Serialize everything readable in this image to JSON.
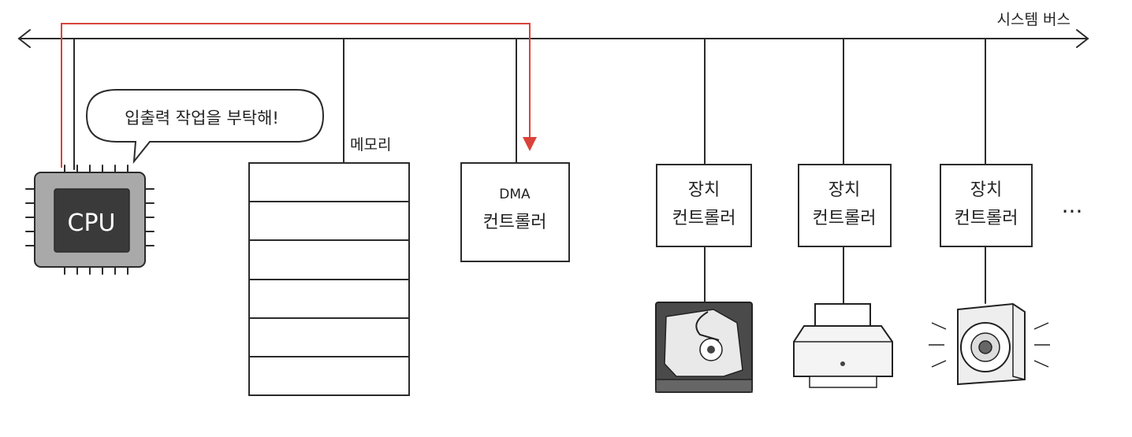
{
  "system_bus": {
    "label": "시스템 버스"
  },
  "cpu": {
    "label": "CPU",
    "speech": "입출력 작업을 부탁해!"
  },
  "memory": {
    "label": "메모리",
    "cells": 6
  },
  "dma": {
    "line1": "DMA",
    "line2": "컨트롤러"
  },
  "device_controllers": [
    {
      "line1": "장치",
      "line2": "컨트롤러",
      "device": "hard-disk-icon"
    },
    {
      "line1": "장치",
      "line2": "컨트롤러",
      "device": "printer-icon"
    },
    {
      "line1": "장치",
      "line2": "컨트롤러",
      "device": "speaker-icon"
    }
  ],
  "more": "···",
  "colors": {
    "request_arrow": "#d9433a",
    "cpu_body": "#a9a9a9",
    "cpu_core": "#3a3a3a",
    "device_dark": "#4a4a4a"
  }
}
